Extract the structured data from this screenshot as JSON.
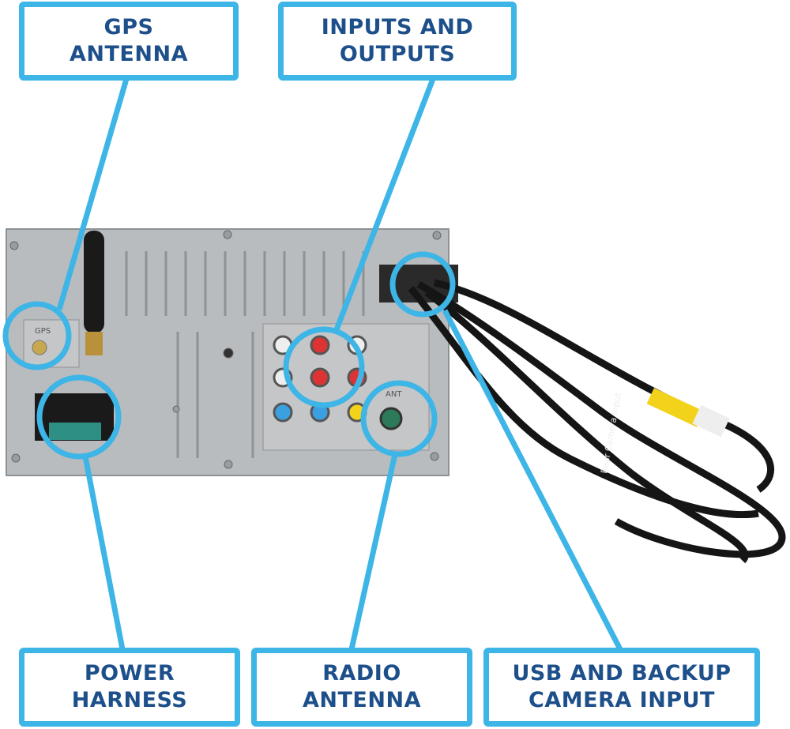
{
  "labels": {
    "gps_antenna": [
      "GPS",
      "ANTENNA"
    ],
    "inputs_outputs": [
      "INPUTS AND",
      "OUTPUTS"
    ],
    "power_harness": [
      "POWER",
      "HARNESS"
    ],
    "radio_antenna": [
      "RADIO",
      "ANTENNA"
    ],
    "usb_backup": [
      "USB AND BACKUP",
      "CAMERA INPUT"
    ]
  },
  "device_markings": {
    "gps": "GPS",
    "ant": "ANT",
    "cable_tag": "Rear Camera Input"
  },
  "colors": {
    "callout": "#3db5e6",
    "text": "#1d4f8a",
    "chassis": "#b9bcbf"
  }
}
